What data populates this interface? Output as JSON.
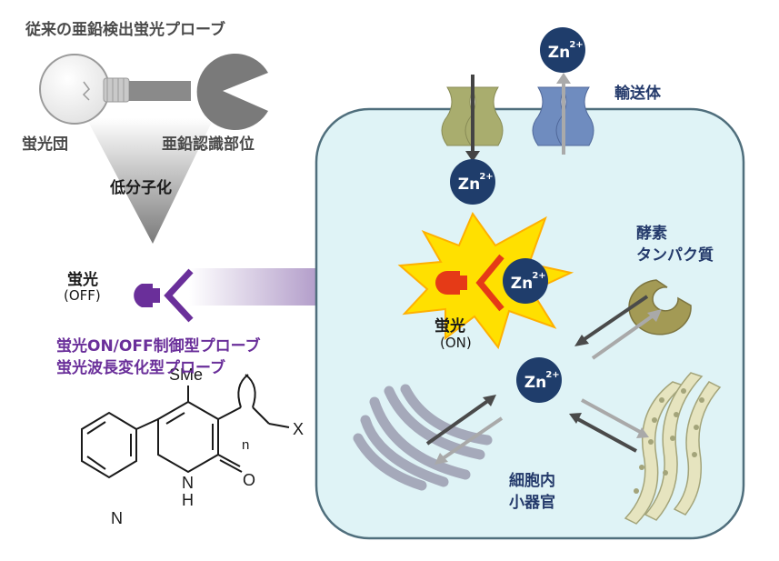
{
  "title": "従来の亜鉛検出蛍光プローブ",
  "labels": {
    "fluorophore": "蛍光団",
    "zinc_recognition": "亜鉛認識部位",
    "miniaturization": "低分子化",
    "fluor_off_1": "蛍光",
    "fluor_off_2": "(OFF)",
    "fluor_on_1": "蛍光",
    "fluor_on_2": "(ON)",
    "transporter": "輸送体",
    "enzyme_1": "酵素",
    "enzyme_2": "タンパク質",
    "organelle_1": "細胞内",
    "organelle_2": "小器官",
    "probe_type_1": "蛍光ON/OFF制御型プローブ",
    "probe_type_2": "蛍光波長変化型プローブ"
  },
  "ions": {
    "zinc": "Zn",
    "charge": "2+"
  },
  "structure": {
    "sme": "SMe",
    "n_sub": "n",
    "x_sub": "X",
    "nh_n": "N",
    "nh_h": "H",
    "carbonyl_o": "O",
    "pyridine_n": "N"
  },
  "colors": {
    "cell_fill": "#dff3f6",
    "cell_border": "#4f6e7c",
    "zinc_badge": "#1f3d6b",
    "purple": "#6a2f9a",
    "transporter_in": "#a9ad6e",
    "transporter_out": "#6f8cbf",
    "burst": "#ffe000"
  }
}
